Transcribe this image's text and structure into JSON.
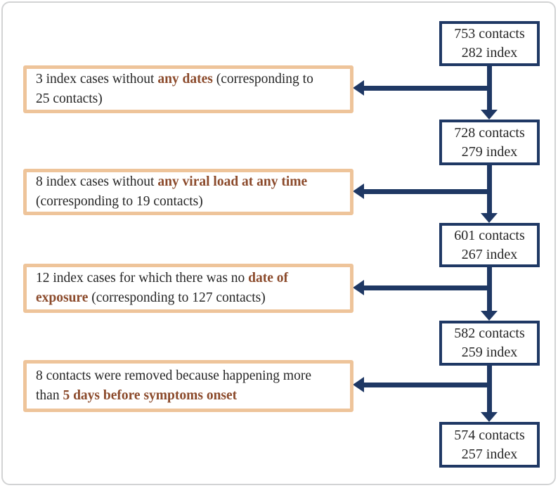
{
  "diagram": {
    "title_semantic": "contact-tracing exclusion flowchart",
    "stages": [
      {
        "contacts": "753 contacts",
        "index": "282 index"
      },
      {
        "contacts": "728 contacts",
        "index": "279 index"
      },
      {
        "contacts": "601 contacts",
        "index": "267 index"
      },
      {
        "contacts": "582 contacts",
        "index": "259 index"
      },
      {
        "contacts": "574 contacts",
        "index": "257 index"
      }
    ],
    "exclusions": [
      {
        "line1_pre": "3 index cases without ",
        "line1_bold": "any dates",
        "line1_post": " (corresponding to",
        "line2_pre": "25 contacts)",
        "line2_bold": "",
        "line2_post": ""
      },
      {
        "line1_pre": "8 index cases without ",
        "line1_bold": "any viral load at any time",
        "line1_post": "",
        "line2_pre": "(corresponding to 19 contacts)",
        "line2_bold": "",
        "line2_post": ""
      },
      {
        "line1_pre": "12 index cases for which there was no ",
        "line1_bold": "date of",
        "line1_post": "",
        "line2_pre": "",
        "line2_bold": "exposure",
        "line2_post": " (corresponding to 127 contacts)"
      },
      {
        "line1_pre": "8 contacts were removed because happening more",
        "line1_bold": "",
        "line1_post": "",
        "line2_pre": "than ",
        "line2_bold": "5 days before symptoms onset",
        "line2_post": ""
      }
    ]
  },
  "colors": {
    "stage_box_border": "#1f3864",
    "connector": "#1f3864",
    "exclusion_box_border": "#eec49a",
    "highlight_text": "#8b4a2b",
    "body_text": "#262626",
    "frame_border": "#d2d3d4",
    "background": "#ffffff"
  }
}
